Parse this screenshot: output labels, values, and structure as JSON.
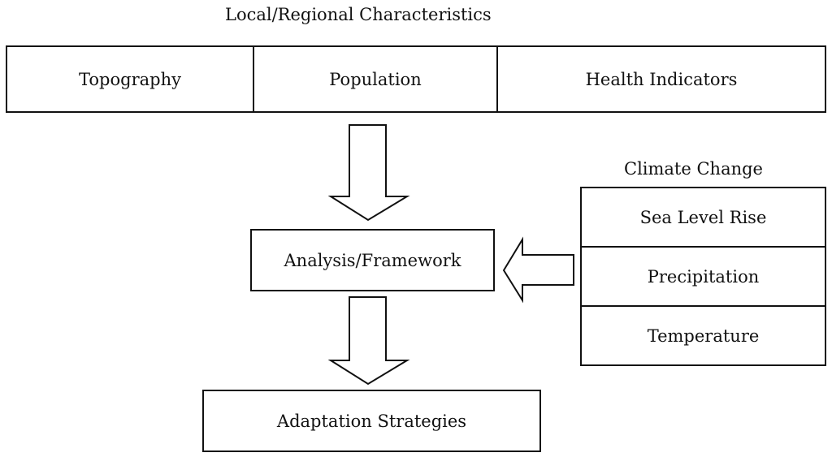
{
  "local": {
    "title": "Local/Regional Characteristics",
    "items": [
      "Topography",
      "Population",
      "Health Indicators"
    ]
  },
  "climate": {
    "title": "Climate Change",
    "items": [
      "Sea Level Rise",
      "Precipitation",
      "Temperature"
    ]
  },
  "analysis": {
    "label": "Analysis/Framework"
  },
  "adaptation": {
    "label": "Adaptation Strategies"
  },
  "colors": {
    "stroke": "#111111",
    "background": "#ffffff"
  }
}
